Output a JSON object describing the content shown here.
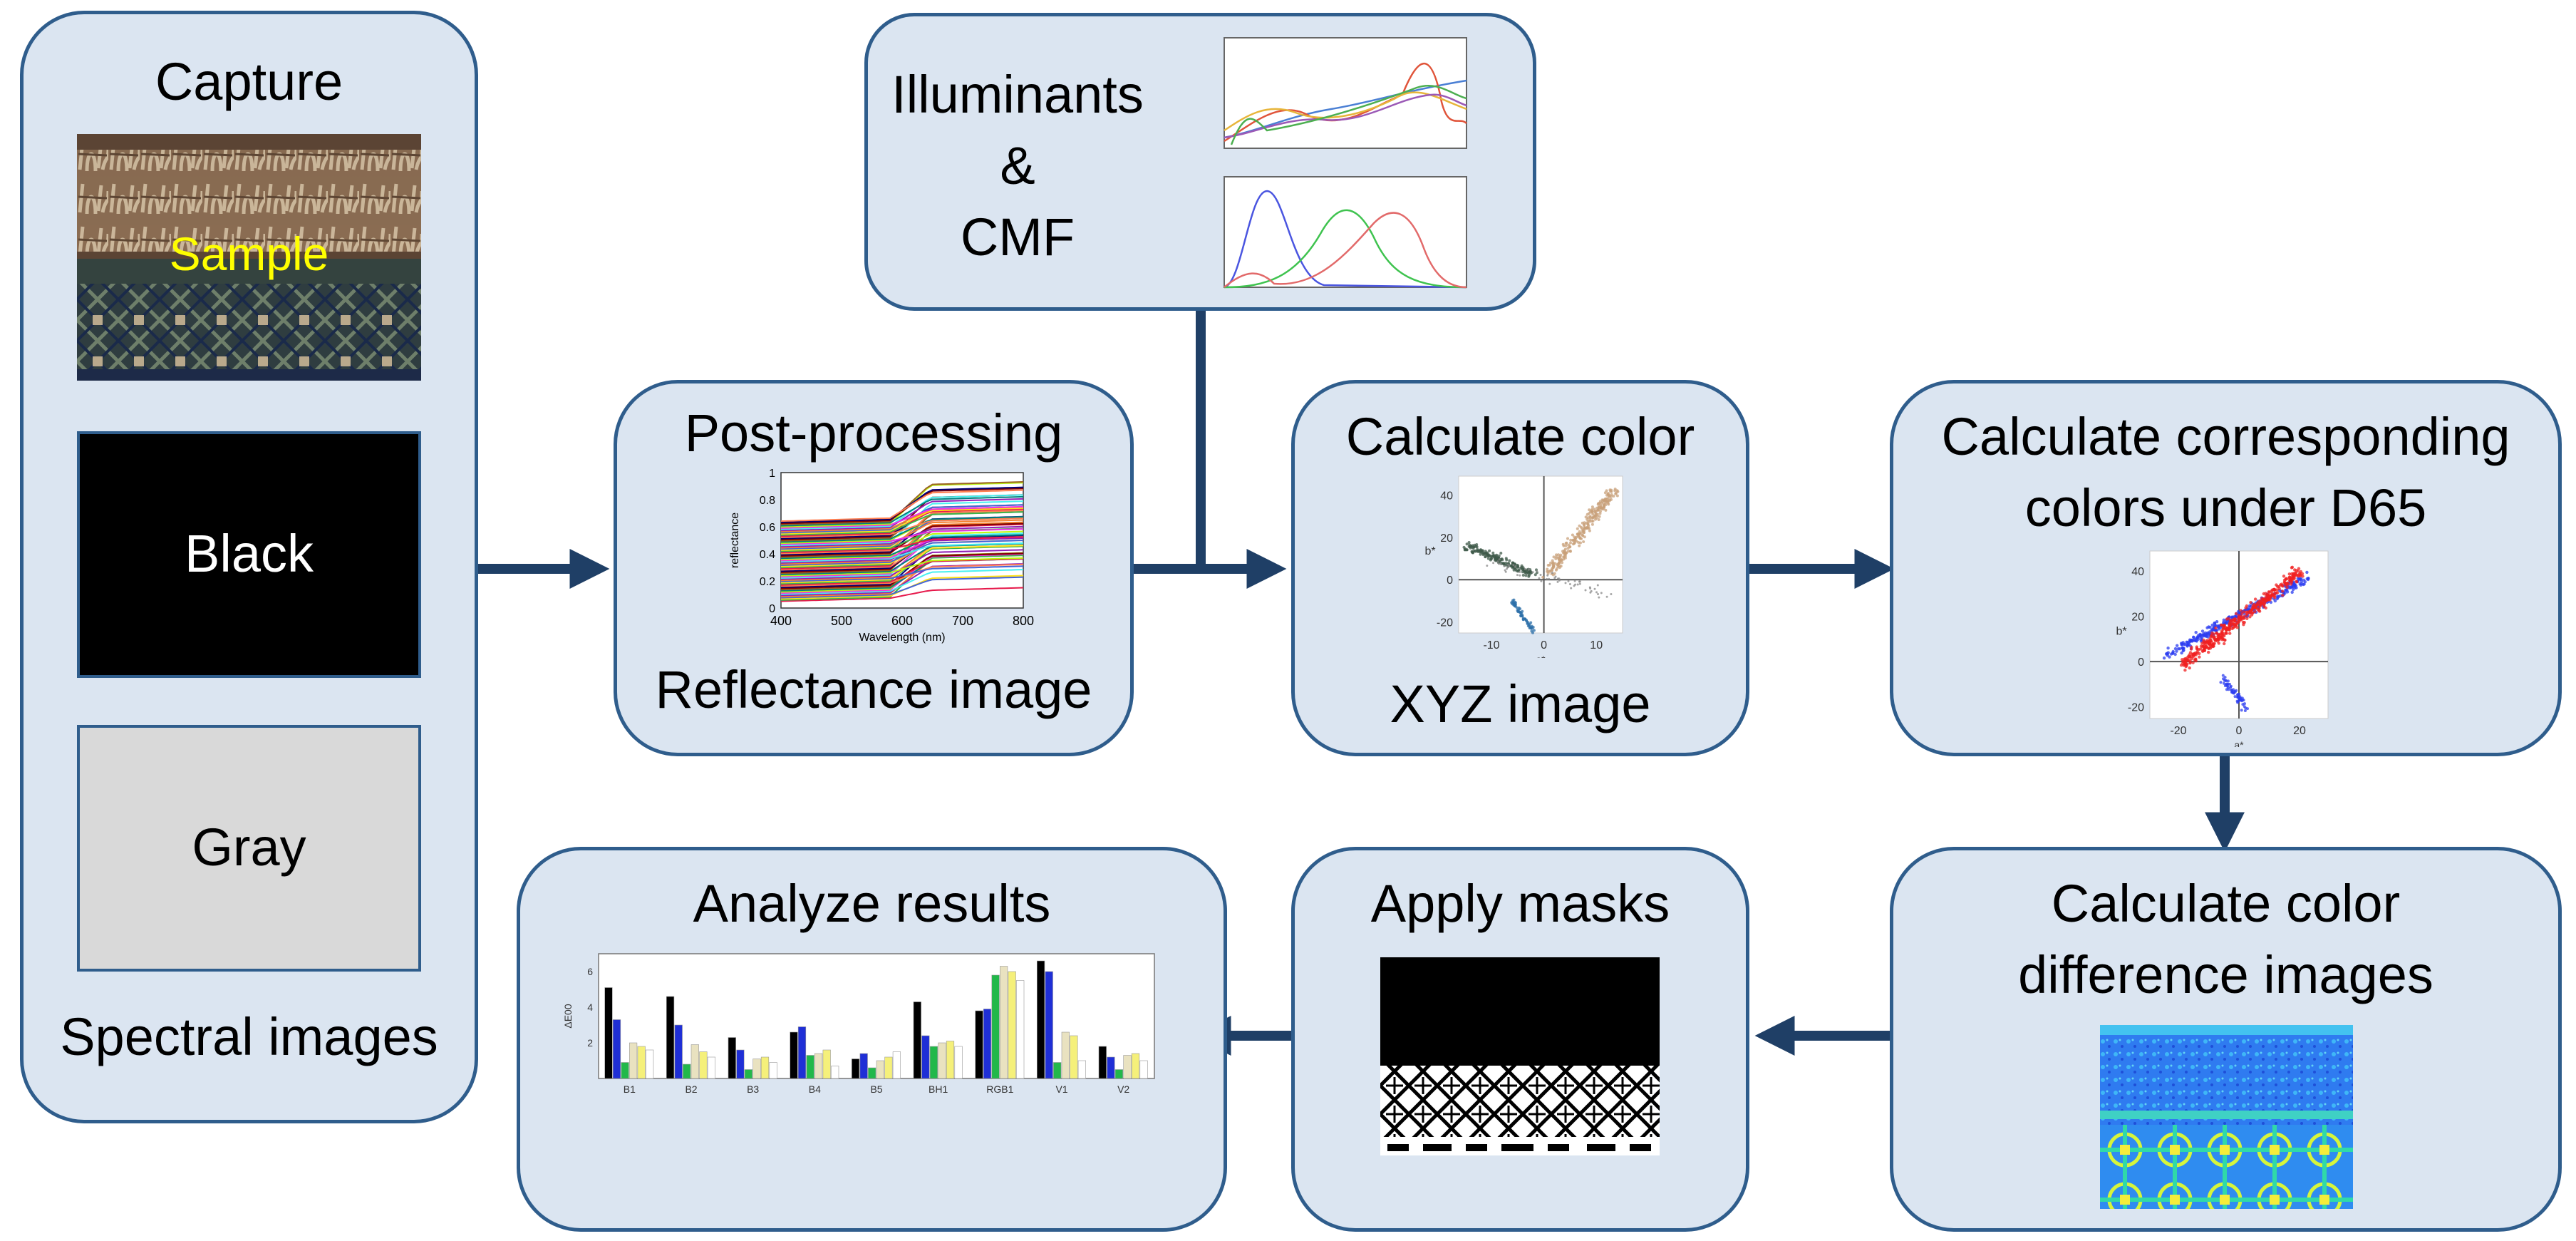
{
  "capture": {
    "title": "Capture",
    "sample_label": "Sample",
    "black_label": "Black",
    "gray_label": "Gray",
    "footer": "Spectral images"
  },
  "illuminants": {
    "line1": "Illuminants",
    "line2": "&",
    "line3": "CMF"
  },
  "post": {
    "title": "Post-processing",
    "footer": "Reflectance image",
    "xlabel": "Wavelength (nm)",
    "ylabel": "reflectance",
    "xticks": [
      "400",
      "500",
      "600",
      "700",
      "800"
    ],
    "yticks": [
      "0",
      "0.2",
      "0.4",
      "0.6",
      "0.8",
      "1"
    ]
  },
  "calc_color": {
    "title": "Calculate color",
    "footer": "XYZ image",
    "xlabel": "a*",
    "ylabel": "b*",
    "xticks": [
      "-10",
      "0",
      "10"
    ],
    "yticks": [
      "40",
      "20",
      "0",
      "-20"
    ]
  },
  "corresponding": {
    "title_line1": "Calculate corresponding",
    "title_line2": "colors under D65",
    "xlabel": "a*",
    "ylabel": "b*",
    "xticks": [
      "-20",
      "0",
      "20"
    ],
    "yticks": [
      "40",
      "20",
      "0",
      "-20"
    ]
  },
  "difference": {
    "title_line1": "Calculate color",
    "title_line2": "difference images"
  },
  "masks": {
    "title": "Apply masks"
  },
  "analyze": {
    "title": "Analyze results",
    "ylabel": "ΔE00",
    "yticks": [
      "6",
      "4",
      "2"
    ],
    "categories": [
      "B1",
      "B2",
      "B3",
      "B4",
      "B5",
      "BH1",
      "RGB1",
      "V1",
      "V2"
    ]
  },
  "colors": {
    "box_fill": "#dbe5f1",
    "box_border": "#2f5d8c",
    "arrow": "#1f3f66",
    "sample_text": "#ffff00",
    "black_panel": "#000000",
    "gray_panel": "#d9d9d9"
  },
  "chart_data": {
    "type": "bar",
    "categories": [
      "B1",
      "B2",
      "B3",
      "B4",
      "B5",
      "BH1",
      "RGB1",
      "V1",
      "V2"
    ],
    "ylim": [
      0,
      7
    ],
    "series": [
      {
        "values": [
          5.1,
          4.6,
          2.3,
          2.6,
          1.1,
          4.3,
          3.8,
          6.6,
          1.8
        ]
      },
      {
        "values": [
          3.3,
          3.0,
          1.6,
          2.9,
          1.4,
          2.4,
          3.9,
          6.0,
          1.2
        ]
      },
      {
        "values": [
          0.9,
          0.8,
          0.5,
          1.3,
          0.6,
          1.8,
          5.8,
          0.9,
          0.5
        ]
      },
      {
        "values": [
          2.0,
          1.9,
          1.1,
          1.4,
          1.0,
          2.0,
          6.3,
          2.6,
          1.3
        ]
      },
      {
        "values": [
          1.8,
          1.5,
          1.2,
          1.6,
          1.2,
          2.1,
          6.0,
          2.4,
          1.4
        ]
      },
      {
        "values": [
          1.6,
          1.2,
          0.9,
          0.7,
          1.5,
          1.8,
          5.5,
          1.0,
          1.0
        ]
      }
    ]
  }
}
